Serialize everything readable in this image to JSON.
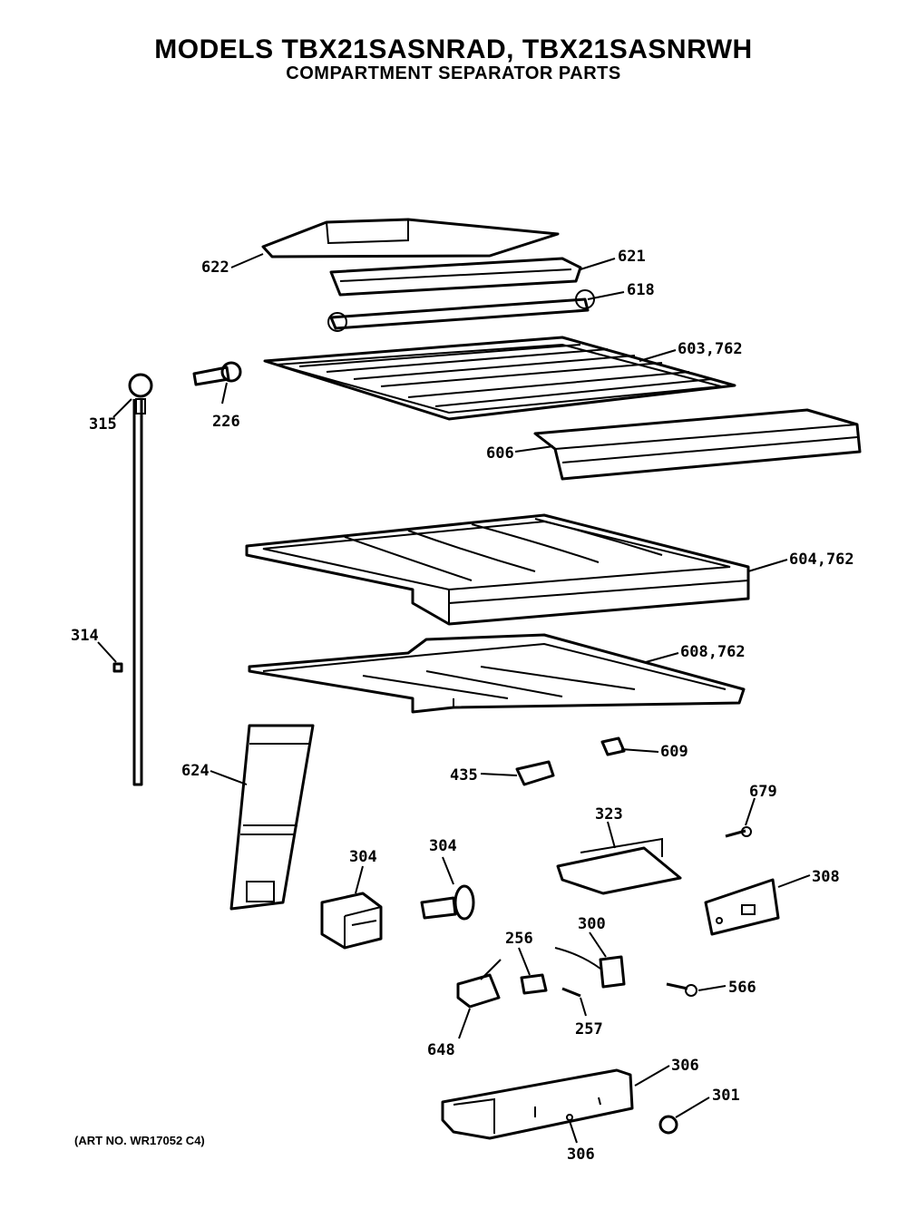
{
  "header": {
    "title": "MODELS TBX21SASNRAD, TBX21SASNRWH",
    "subtitle": "COMPARTMENT SEPARATOR PARTS"
  },
  "footer": {
    "art_no": "(ART NO. WR17052 C4)"
  },
  "callouts": {
    "c622": "622",
    "c621": "621",
    "c618": "618",
    "c603": "603,762",
    "c315": "315",
    "c226": "226",
    "c606": "606",
    "c604": "604,762",
    "c314": "314",
    "c608": "608,762",
    "c609": "609",
    "c624": "624",
    "c435": "435",
    "c679": "679",
    "c323": "323",
    "c304a": "304",
    "c304b": "304",
    "c308": "308",
    "c300": "300",
    "c256": "256",
    "c566": "566",
    "c257": "257",
    "c648": "648",
    "c306": "306",
    "c301": "301",
    "c306b": "306"
  }
}
